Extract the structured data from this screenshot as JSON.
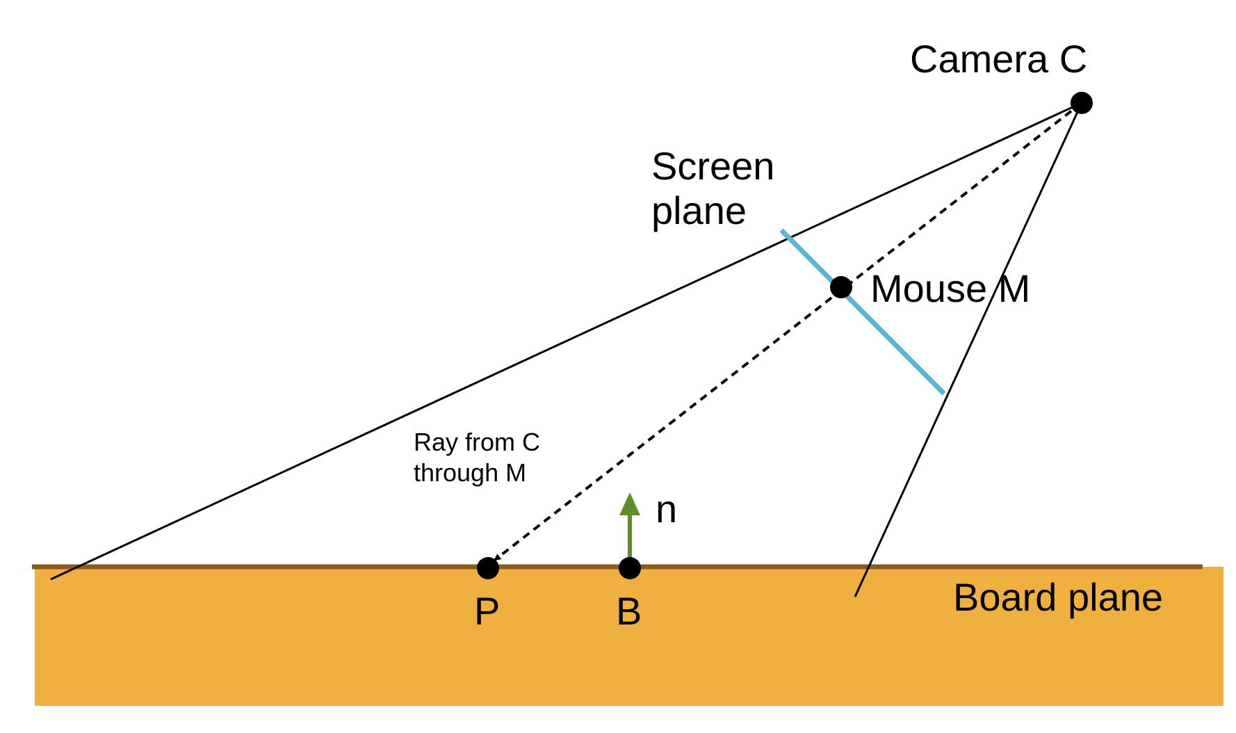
{
  "labels": {
    "camera": "Camera C",
    "screen_line1": "Screen",
    "screen_line2": "plane",
    "mouse": "Mouse M",
    "ray_line1": "Ray from C",
    "ray_line2": "through M",
    "normal": "n",
    "point_p": "P",
    "point_b": "B",
    "board": "Board plane"
  },
  "colors": {
    "board_fill": "#efb040",
    "board_edge": "#8b5a1e",
    "screen_plane": "#5ab4d8",
    "normal_arrow": "#5e8e2a",
    "lines": "#000000"
  }
}
